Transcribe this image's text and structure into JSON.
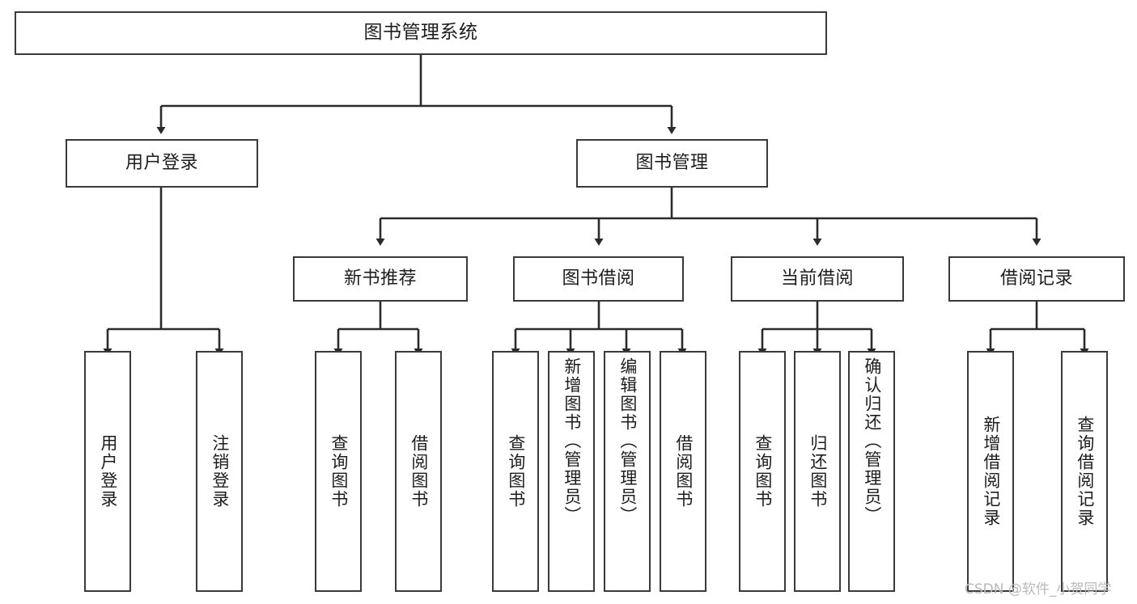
{
  "diagram": {
    "title": "图书管理系统",
    "type": "tree-hierarchy-chart",
    "watermark": "CSDN @软件_小贺同学",
    "colors": {
      "box_border": "#3a3a3a",
      "box_fill": "#ffffff",
      "line": "#2b2b2b",
      "text": "#1d1d1d",
      "watermark": "#b9b9b9",
      "background": "#ffffff"
    }
  },
  "root": {
    "label": "图书管理系统"
  },
  "level1": [
    {
      "label": "用户登录"
    },
    {
      "label": "图书管理"
    }
  ],
  "level2": [
    {
      "label": "新书推荐"
    },
    {
      "label": "图书借阅"
    },
    {
      "label": "当前借阅"
    },
    {
      "label": "借阅记录"
    }
  ],
  "leaves": {
    "user_login": [
      {
        "label": "用户登录"
      },
      {
        "label": "注销登录"
      }
    ],
    "new_book_recommend": [
      {
        "label": "查询图书"
      },
      {
        "label": "借阅图书"
      }
    ],
    "book_borrow": [
      {
        "label": "查询图书"
      },
      {
        "label": "新增图书（管理员）"
      },
      {
        "label": "编辑图书（管理员）"
      },
      {
        "label": "借阅图书"
      }
    ],
    "current_borrow": [
      {
        "label": "查询图书"
      },
      {
        "label": "归还图书"
      },
      {
        "label": "确认归还（管理员）"
      }
    ],
    "borrow_record": [
      {
        "label": "新增借阅记录"
      },
      {
        "label": "查询借阅记录"
      }
    ]
  }
}
